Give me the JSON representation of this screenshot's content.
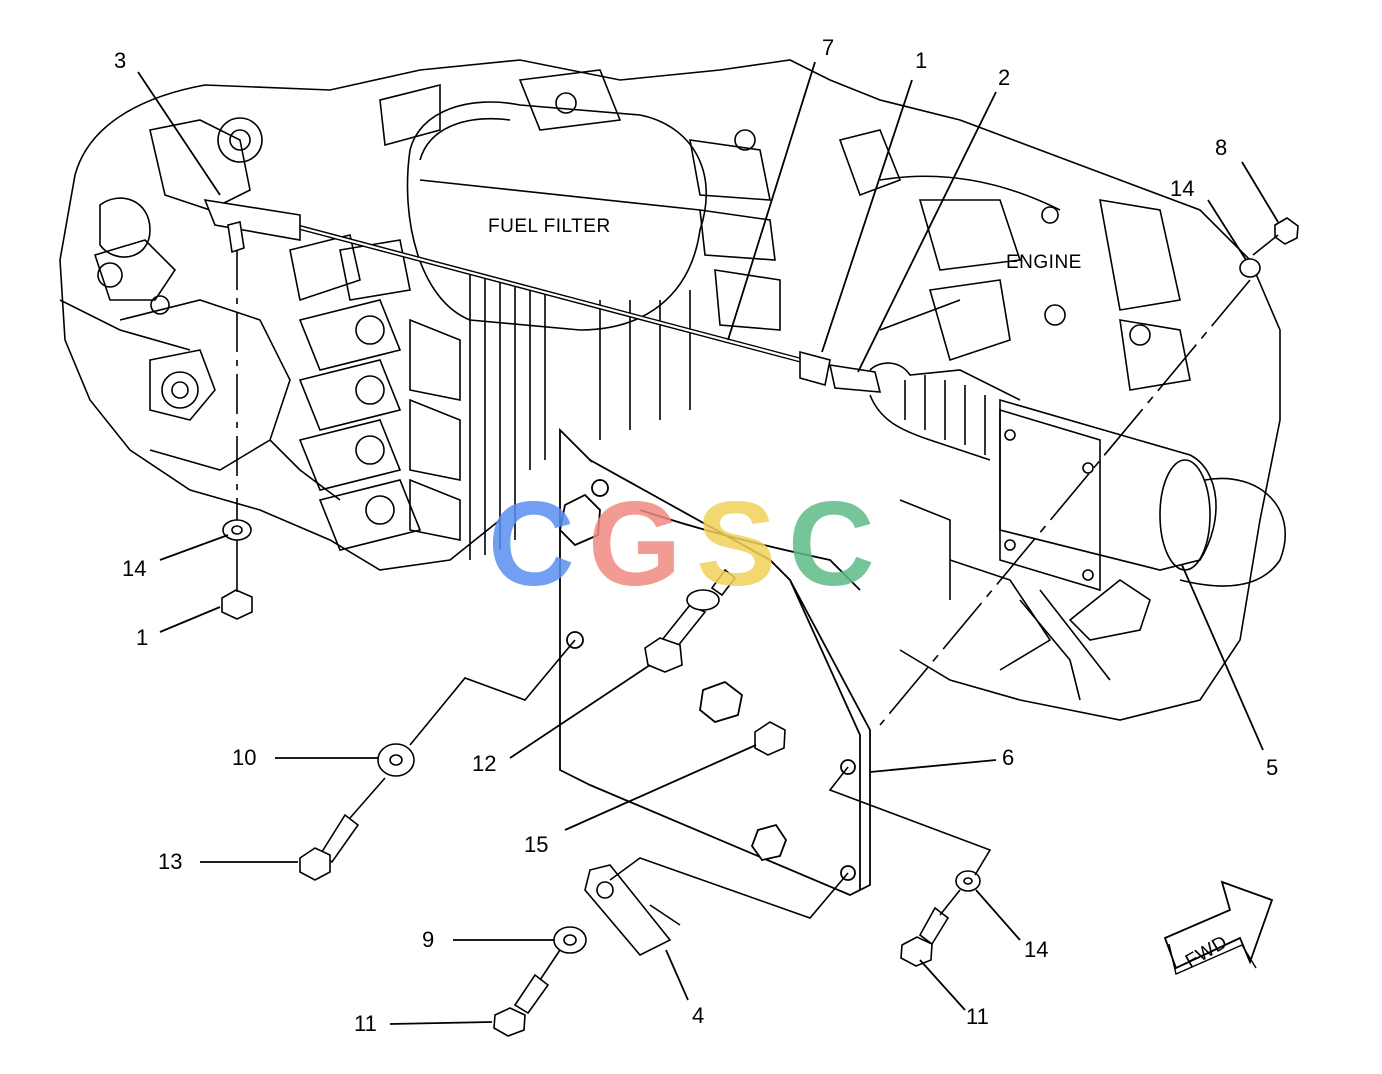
{
  "labels": {
    "fuel_filter": "FUEL FILTER",
    "engine": "ENGINE",
    "fwd": "FWD"
  },
  "watermark": {
    "letters": [
      "C",
      "G",
      "S",
      "C"
    ],
    "colors": [
      "#5b8ff0",
      "#f08a80",
      "#f2d25a",
      "#5dbb88"
    ]
  },
  "callouts": {
    "c3": "3",
    "c7": "7",
    "c1_top": "1",
    "c2": "2",
    "c8": "8",
    "c14_right": "14",
    "c14_left": "14",
    "c1_left": "1",
    "c10": "10",
    "c12": "12",
    "c6": "6",
    "c5": "5",
    "c13": "13",
    "c15": "15",
    "c9": "9",
    "c4": "4",
    "c11_left": "11",
    "c11_right": "11",
    "c14_bottom": "14"
  }
}
